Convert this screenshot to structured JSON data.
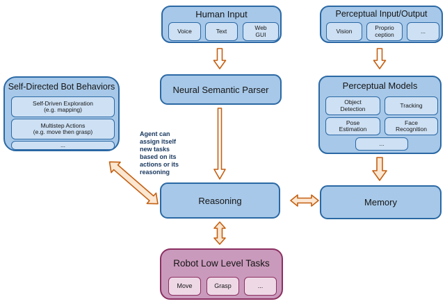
{
  "colors": {
    "box_blue_fill": "#a7c8e8",
    "box_blue_border": "#2a68a4",
    "sub_blue_fill": "#cde0f4",
    "box_pink_fill": "#ca9abc",
    "box_pink_border": "#8b2f61",
    "sub_pink_fill": "#eed8e6",
    "arrow_stroke": "#c45f11",
    "arrow_fill_light": "#fbe7d2",
    "arrow_fill_white": "#ffffff",
    "annotation_color": "#17365d"
  },
  "boxes": {
    "human_input": {
      "title": "Human Input",
      "items": [
        "Voice",
        "Text",
        "Web\nGUI"
      ]
    },
    "perceptual_io": {
      "title": "Perceptual Input/Output",
      "items": [
        "Vision",
        "Proprio\nception",
        "..."
      ]
    },
    "self_directed": {
      "title": "Self-Directed Bot Behaviors",
      "items": [
        "Self-Driven Exploration\n(e.g. mapping)",
        "Multistep Actions\n(e.g. move then grasp)",
        "..."
      ]
    },
    "neural_parser": {
      "title": "Neural Semantic Parser"
    },
    "perceptual_models": {
      "title": "Perceptual Models",
      "items": [
        "Object\nDetection",
        "Tracking",
        "Pose\nEstimation",
        "Face\nRecognition",
        "..."
      ]
    },
    "reasoning": {
      "title": "Reasoning"
    },
    "memory": {
      "title": "Memory"
    },
    "robot_tasks": {
      "title": "Robot Low Level Tasks",
      "items": [
        "Move",
        "Grasp",
        "..."
      ]
    }
  },
  "annotation": {
    "text": "Agent can\nassign itself\nnew tasks\nbased on its\nactions or its\nreasoning"
  }
}
